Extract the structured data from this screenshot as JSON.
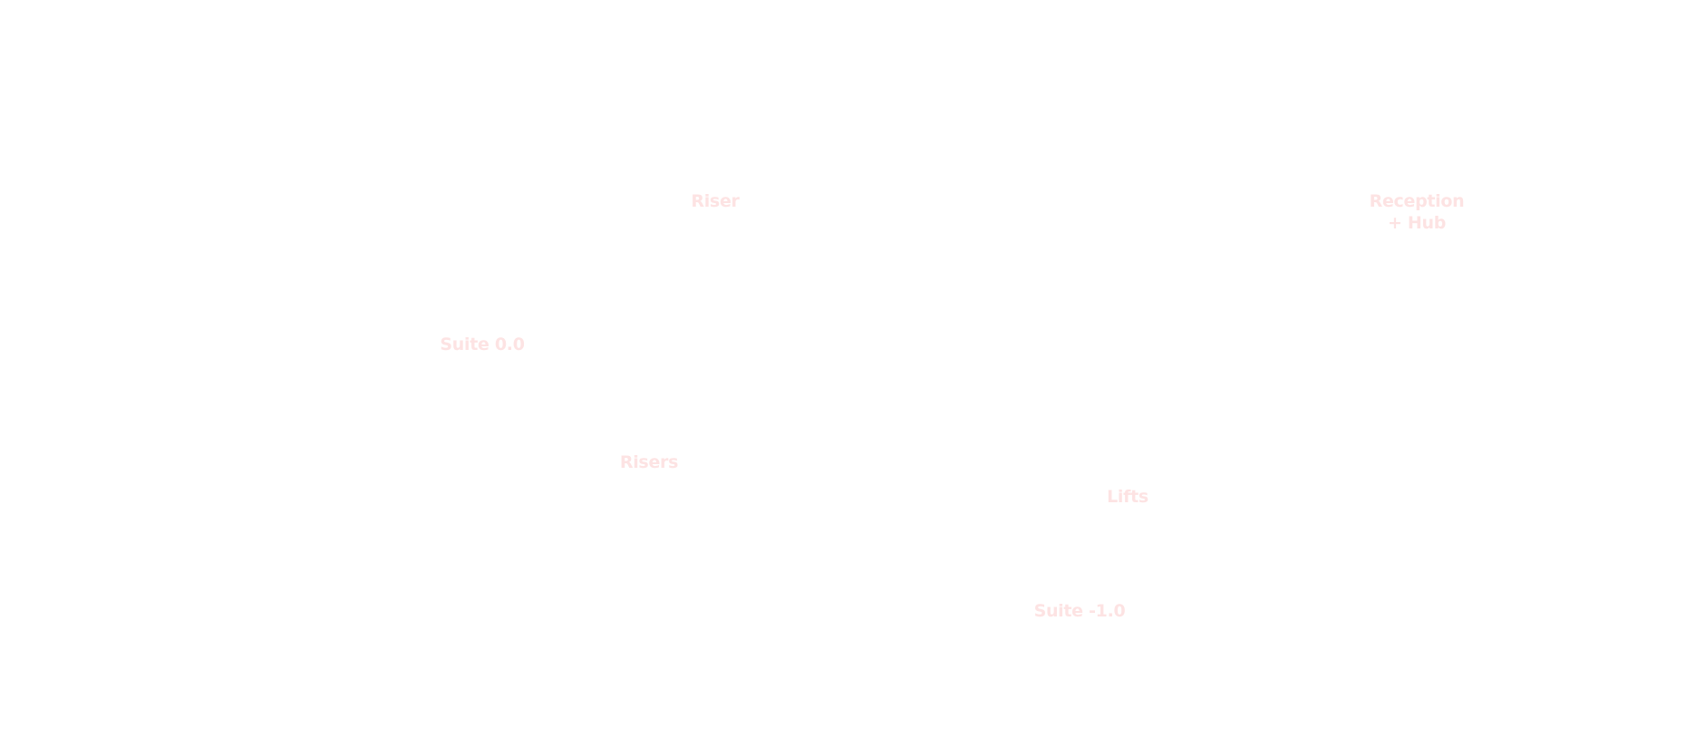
{
  "labels": {
    "riser": "Riser",
    "reception": "Reception\n+ Hub",
    "suite_0": "Suite 0.0",
    "risers": "Risers",
    "lifts": "Lifts",
    "suite_minus_1": "Suite -1.0"
  },
  "colors": {
    "label": "#fde3e3",
    "background": "#ffffff"
  }
}
